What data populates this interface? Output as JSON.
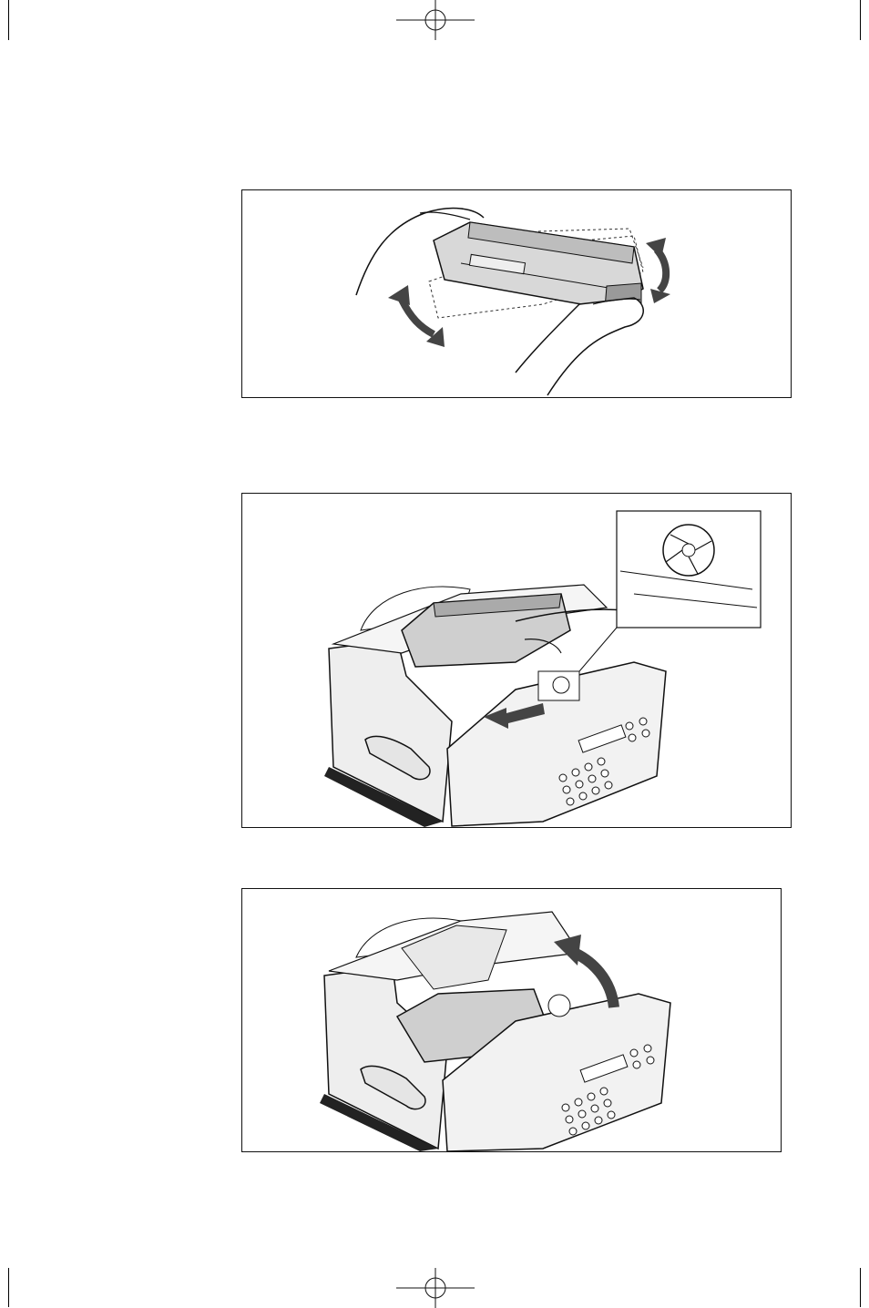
{
  "page": {
    "figures": [
      {
        "id": "fig-shake-cartridge"
      },
      {
        "id": "fig-insert-cartridge"
      },
      {
        "id": "fig-close-cover"
      }
    ]
  },
  "colors": {
    "ink": "#111111",
    "shade": "#cfcfcf",
    "arrow": "#444444"
  }
}
